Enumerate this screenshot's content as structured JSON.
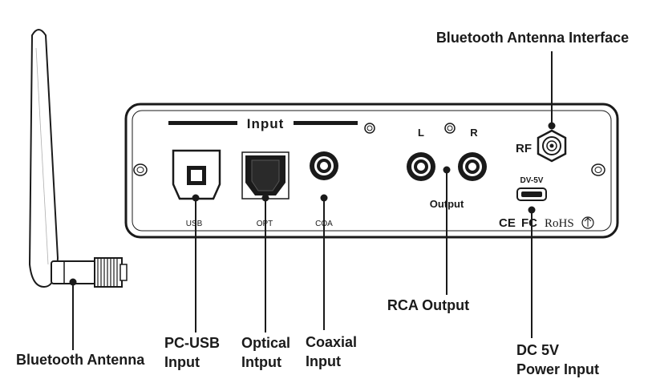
{
  "panel": {
    "input_title": "Input",
    "ports": {
      "usb": "USB",
      "optical": "OPT",
      "coaxial": "COA"
    },
    "rca": {
      "left": "L",
      "right": "R",
      "label": "Output"
    },
    "rf_label": "RF",
    "dc_label": "DV-5V",
    "certifications": {
      "ce": "CE",
      "fc": "FC",
      "rohs": "RoHS"
    }
  },
  "callouts": {
    "bt_interface": "Bluetooth Antenna Interface",
    "bt_antenna": "Bluetooth Antenna",
    "pc_usb": [
      "PC-USB",
      "Input"
    ],
    "optical": [
      "Optical",
      "Intput"
    ],
    "coaxial": [
      "Coaxial",
      "Input"
    ],
    "rca_output": "RCA Output",
    "dc": [
      "DC 5V",
      "Power Input"
    ]
  }
}
